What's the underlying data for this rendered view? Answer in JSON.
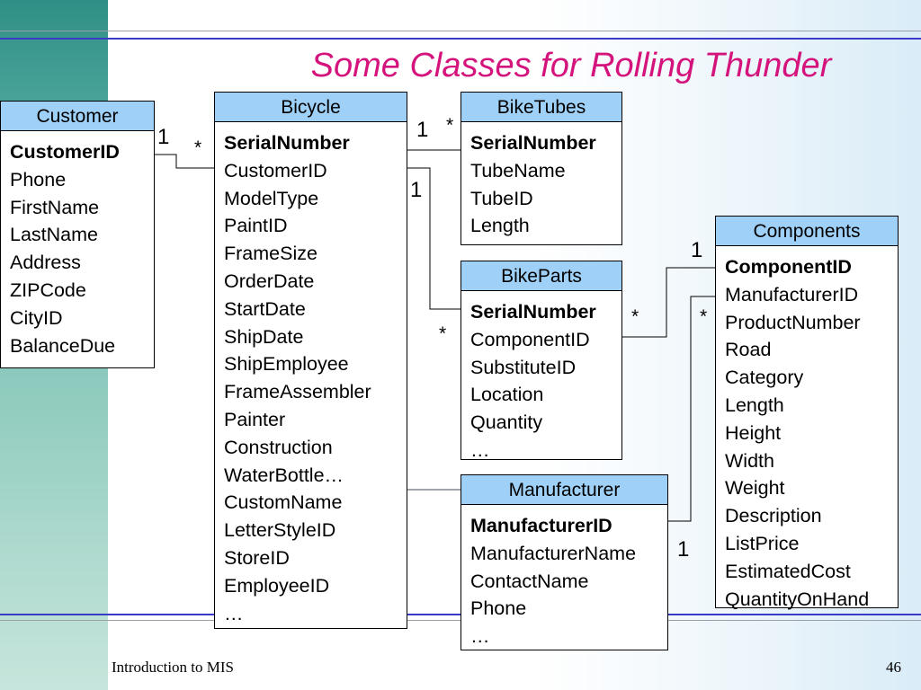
{
  "slide": {
    "title": "Some Classes for Rolling Thunder",
    "footer_left": "Introduction to MIS",
    "page_number": "46"
  },
  "colors": {
    "title": "#d4147c",
    "header_fill": "#9fd0f7",
    "rule": "#3a3ac8"
  },
  "entities": {
    "customer": {
      "name": "Customer",
      "attributes": [
        "CustomerID",
        "Phone",
        "FirstName",
        "LastName",
        "Address",
        "ZIPCode",
        "CityID",
        "BalanceDue"
      ]
    },
    "bicycle": {
      "name": "Bicycle",
      "attributes": [
        "SerialNumber",
        "CustomerID",
        "ModelType",
        "PaintID",
        "FrameSize",
        "OrderDate",
        "StartDate",
        "ShipDate",
        "ShipEmployee",
        "FrameAssembler",
        "Painter",
        "Construction",
        "WaterBottle…",
        "CustomName",
        "LetterStyleID",
        "StoreID",
        "EmployeeID",
        "…"
      ]
    },
    "biketubes": {
      "name": "BikeTubes",
      "attributes": [
        "SerialNumber",
        "TubeName",
        "TubeID",
        "Length"
      ]
    },
    "bikeparts": {
      "name": "BikeParts",
      "attributes": [
        "SerialNumber",
        "ComponentID",
        "SubstituteID",
        "Location",
        "Quantity",
        "…"
      ]
    },
    "components": {
      "name": "Components",
      "attributes": [
        "ComponentID",
        "ManufacturerID",
        "ProductNumber",
        "Road",
        "Category",
        "Length",
        "Height",
        "Width",
        "Weight",
        "Description",
        "ListPrice",
        "EstimatedCost",
        "QuantityOnHand"
      ]
    },
    "manufacturer": {
      "name": "Manufacturer",
      "attributes": [
        "ManufacturerID",
        "ManufacturerName",
        "ContactName",
        "Phone",
        "…"
      ]
    }
  },
  "relationships": [
    {
      "from": "Customer",
      "to": "Bicycle",
      "from_mult": "1",
      "to_mult": "*"
    },
    {
      "from": "Bicycle",
      "to": "BikeTubes",
      "from_mult": "1",
      "to_mult": "*"
    },
    {
      "from": "Bicycle",
      "to": "BikeParts",
      "from_mult": "1",
      "to_mult": "*"
    },
    {
      "from": "Components",
      "to": "BikeParts",
      "from_mult": "1",
      "to_mult": "*"
    },
    {
      "from": "Manufacturer",
      "to": "Components",
      "from_mult": "1",
      "to_mult": "*"
    }
  ]
}
